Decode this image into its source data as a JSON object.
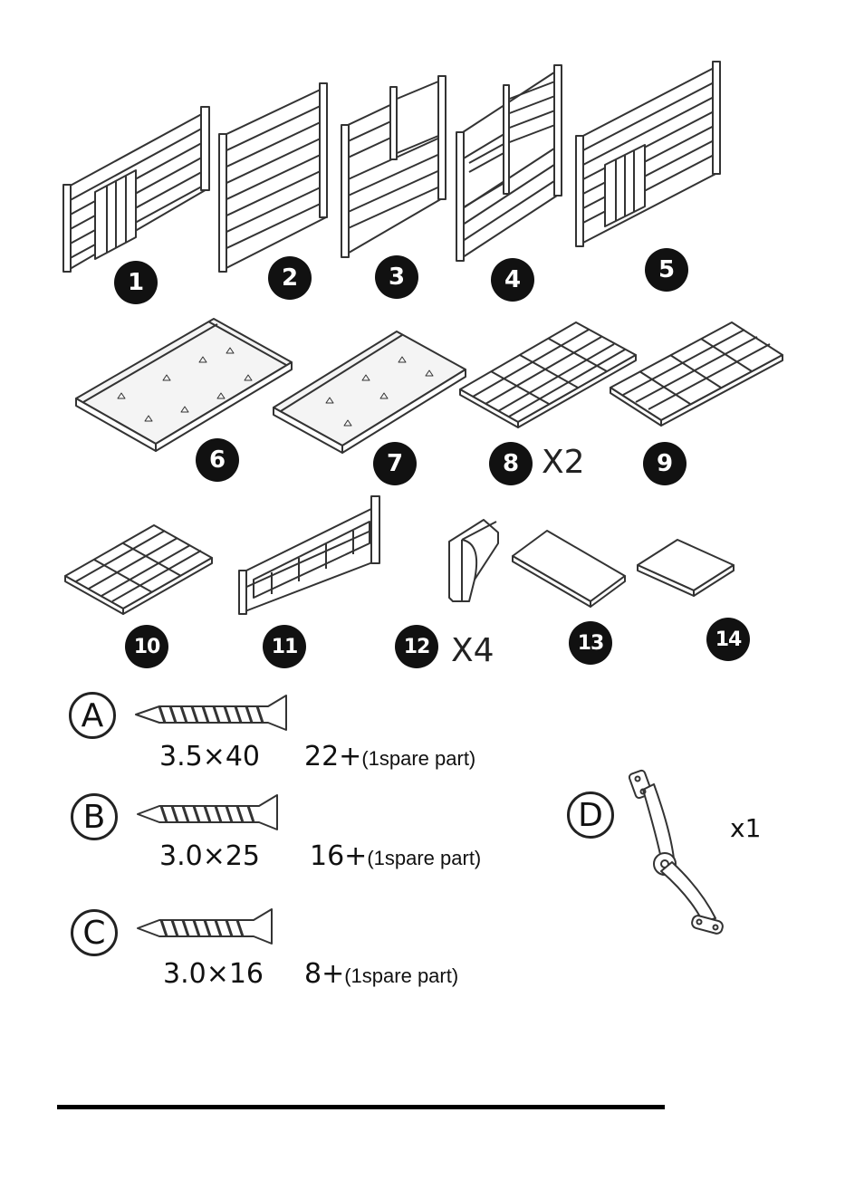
{
  "parts": [
    {
      "num": "1"
    },
    {
      "num": "2"
    },
    {
      "num": "3"
    },
    {
      "num": "4"
    },
    {
      "num": "5"
    },
    {
      "num": "6"
    },
    {
      "num": "7"
    },
    {
      "num": "8",
      "multiplier": "X2"
    },
    {
      "num": "9"
    },
    {
      "num": "10"
    },
    {
      "num": "11"
    },
    {
      "num": "12",
      "multiplier": "X4"
    },
    {
      "num": "13"
    },
    {
      "num": "14"
    }
  ],
  "hardware": [
    {
      "letter": "A",
      "size": "3.5×40",
      "count": "22+",
      "note": "(1spare part)"
    },
    {
      "letter": "B",
      "size": "3.0×25",
      "count": "16+",
      "note": "(1spare part)"
    },
    {
      "letter": "C",
      "size": "3.0×16",
      "count": "8+",
      "note": "(1spare part)"
    },
    {
      "letter": "D",
      "quantity": "x1"
    }
  ]
}
